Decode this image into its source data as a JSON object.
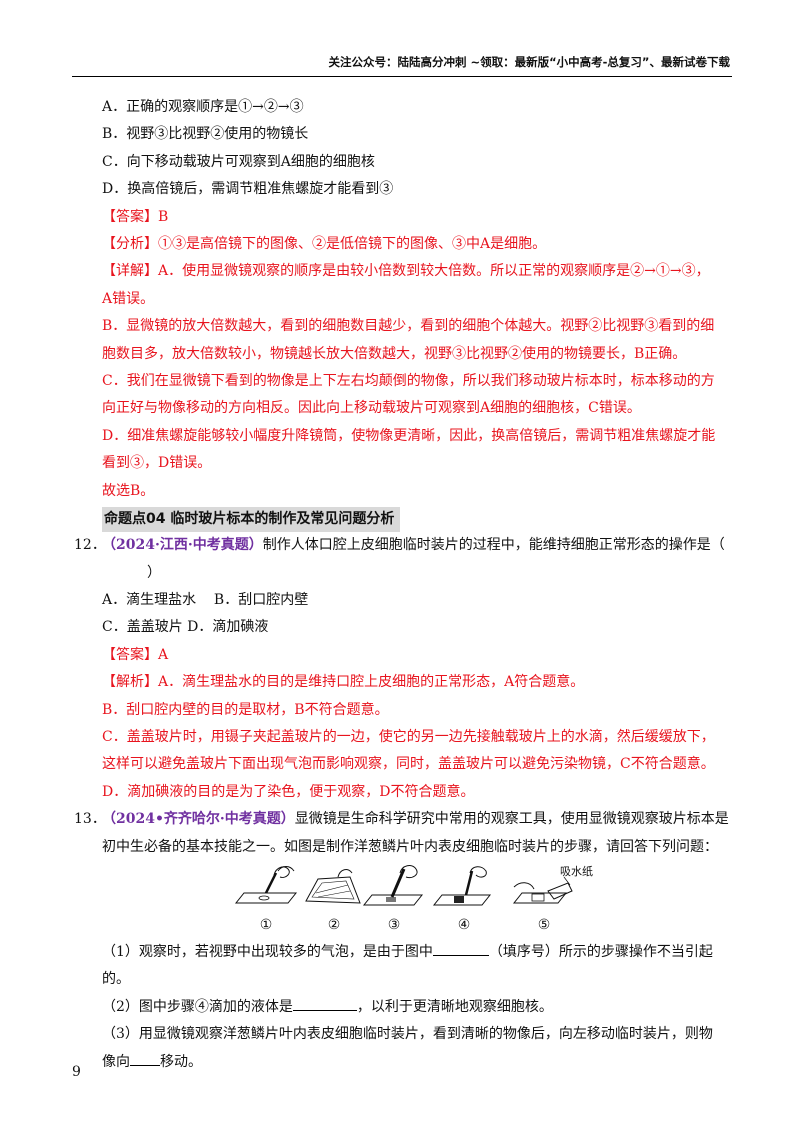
{
  "header": {
    "text": "关注公众号：陆陆高分冲刺  ~领取：最新版“小中高考-总复习”、最新试卷下载"
  },
  "prev_question": {
    "option_a": "A．正确的观察顺序是①→②→③",
    "option_b": "B．视野③比视野②使用的物镜长",
    "option_c": "C．向下移动载玻片可观察到A细胞的细胞核",
    "option_d": "D．换高倍镜后，需调节粗准焦螺旋才能看到③",
    "answer": "【答案】B",
    "analysis": "【分析】①③是高倍镜下的图像、②是低倍镜下的图像、③中A是细胞。",
    "detail_a_1": "【详解】A．使用显微镜观察的顺序是由较小倍数到较大倍数。所以正常的观察顺序是②→①→③，",
    "detail_a_2": "A错误。",
    "detail_b_1": "B．显微镜的放大倍数越大，看到的细胞数目越少，看到的细胞个体越大。视野②比视野③看到的细",
    "detail_b_2": "胞数目多，放大倍数较小，物镜越长放大倍数越大，视野③比视野②使用的物镜要长，B正确。",
    "detail_c_1": "C．我们在显微镜下看到的物像是上下左右均颠倒的物像，所以我们移动玻片标本时，标本移动的方",
    "detail_c_2": "向正好与物像移动的方向相反。因此向上移动载玻片可观察到A细胞的细胞核，C错误。",
    "detail_d_1": "D．细准焦螺旋能够较小幅度升降镜筒，使物像更清晰，因此，换高倍镜后，需调节粗准焦螺旋才能",
    "detail_d_2": "看到③，D错误。",
    "conclusion": "故选B。"
  },
  "section": {
    "title": "命题点04  临时玻片标本的制作及常见问题分析"
  },
  "q12": {
    "number": "12．",
    "source": "（2024·江西·中考真题）",
    "stem_1": "制作人体口腔上皮细胞临时装片的过程中，能维持细胞正常形态的操作是（",
    "stem_2": "）",
    "options_ab": "A．滴生理盐水    B．刮口腔内壁",
    "options_cd": "C．盖盖玻片 D．滴加碘液",
    "answer": "【答案】A",
    "explain_a": "【解析】A．滴生理盐水的目的是维持口腔上皮细胞的正常形态，A符合题意。",
    "explain_b": "B．刮口腔内壁的目的是取材，B不符合题意。",
    "explain_c_1": "C．盖盖玻片时，用镊子夹起盖玻片的一边，使它的另一边先接触载玻片上的水滴，然后缓缓放下，",
    "explain_c_2": "这样可以避免盖玻片下面出现气泡而影响观察，同时，盖盖玻片可以避免污染物镜，C不符合题意。",
    "explain_d": "D．滴加碘液的目的是为了染色，便于观察，D不符合题意。"
  },
  "q13": {
    "number": "13．",
    "source": "（2024•齐齐哈尔·中考真题）",
    "stem_1": "显微镜是生命科学研究中常用的观察工具，使用显微镜观察玻片标本是",
    "stem_2": "初中生必备的基本技能之一。如图是制作洋葱鳞片叶内表皮细胞临时装片的步骤，请回答下列问题：",
    "figure": {
      "steps": [
        "①",
        "②",
        "③",
        "④",
        "⑤"
      ],
      "label": "吸水纸"
    },
    "sub1_a": "（1）观察时，若视野中出现较多的气泡，是由于图中",
    "sub1_b": "（填序号）所示的步骤操作不当引起",
    "sub1_c": "的。",
    "sub2_a": "（2）图中步骤④滴加的液体是",
    "sub2_b": "，以利于更清晰地观察细胞核。",
    "sub3_a": "（3）用显微镜观察洋葱鳞片叶内表皮细胞临时装片，看到清晰的物像后，向左移动临时装片，则物",
    "sub3_b": "像向",
    "sub3_c": "移动。"
  },
  "footer": {
    "page_number": "9"
  }
}
